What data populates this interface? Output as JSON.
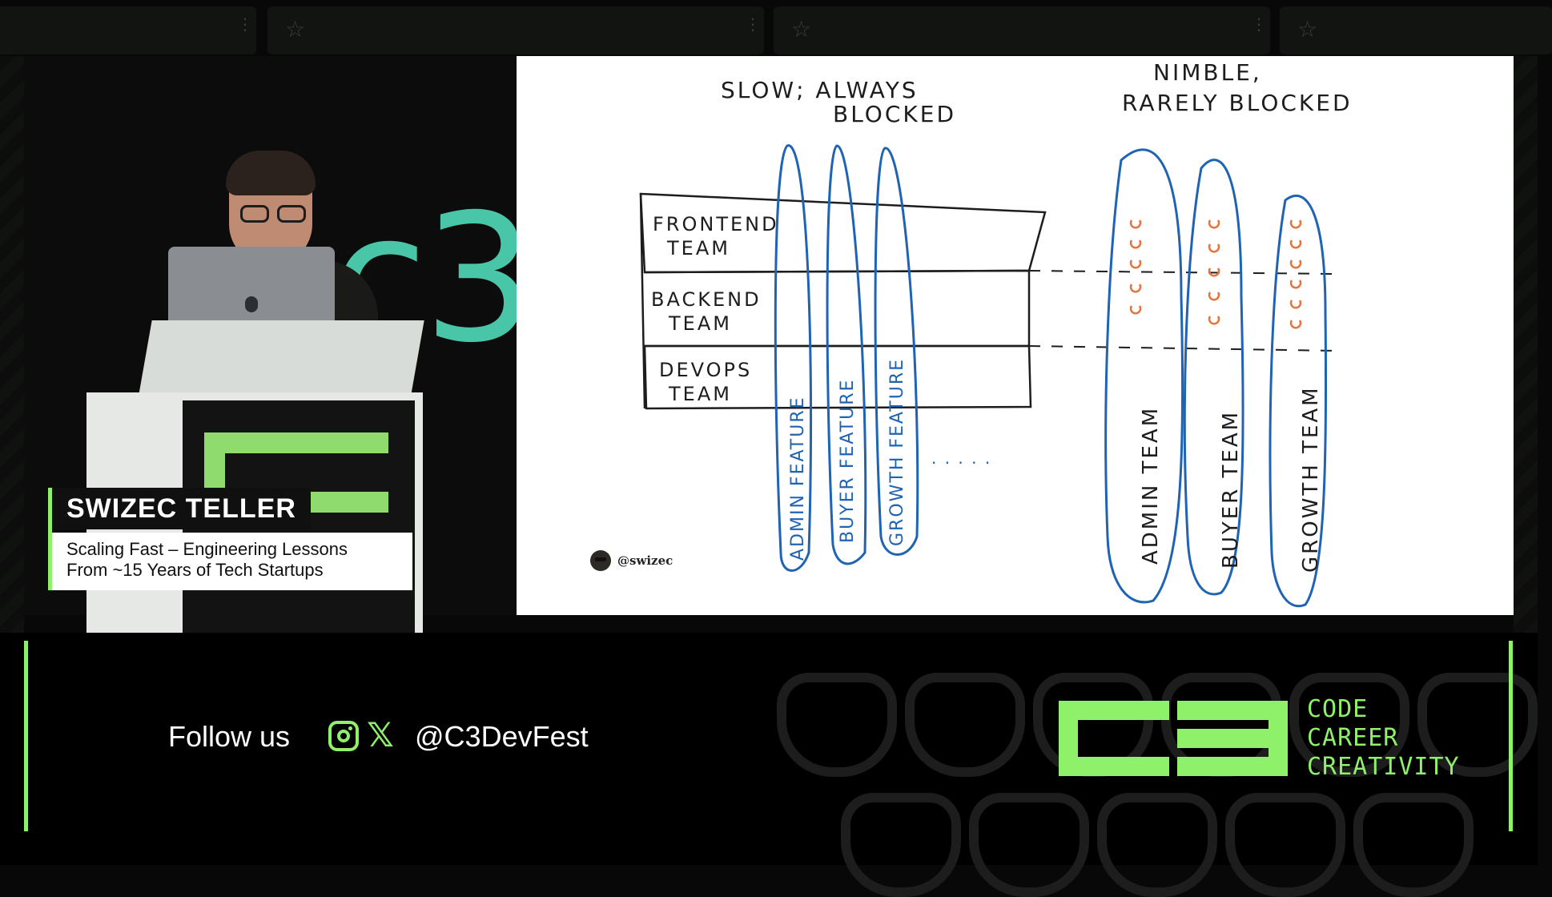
{
  "speaker": {
    "name": "SWIZEC TELLER",
    "talk_title_line1": "Scaling Fast – Engineering Lessons",
    "talk_title_line2": "From ~15 Years of Tech Startups"
  },
  "stage_backdrop_text": "#c3c",
  "slide": {
    "left_heading_line1": "SLOW; ALWAYS",
    "left_heading_line2": "BLOCKED",
    "right_heading_line1": "NIMBLE,",
    "right_heading_line2": "RARELY BLOCKED",
    "rows": [
      "FRONTEND",
      "TEAM",
      "BACKEND",
      "TEAM",
      "DEVOPS",
      "TEAM"
    ],
    "features": [
      "ADMIN FEATURE",
      "BUYER FEATURE",
      "GROWTH FEATURE"
    ],
    "ellipsis": "· · · · ·",
    "teams": [
      "ADMIN TEAM",
      "BUYER TEAM",
      "GROWTH TEAM"
    ],
    "author_handle": "@swizec"
  },
  "footer": {
    "follow_label": "Follow us",
    "social_handle": "@C3DevFest",
    "tagline": [
      "CODE",
      "CAREER",
      "CREATIVITY"
    ]
  },
  "icons": {
    "instagram": "instagram-icon",
    "x": "x-icon",
    "star": "star-icon",
    "more": "more-vertical-icon"
  },
  "colors": {
    "accent_green": "#8ff06a",
    "stage_teal": "#4fd6b5",
    "marker_blue": "#1f63b5",
    "marker_orange": "#e8733a"
  }
}
